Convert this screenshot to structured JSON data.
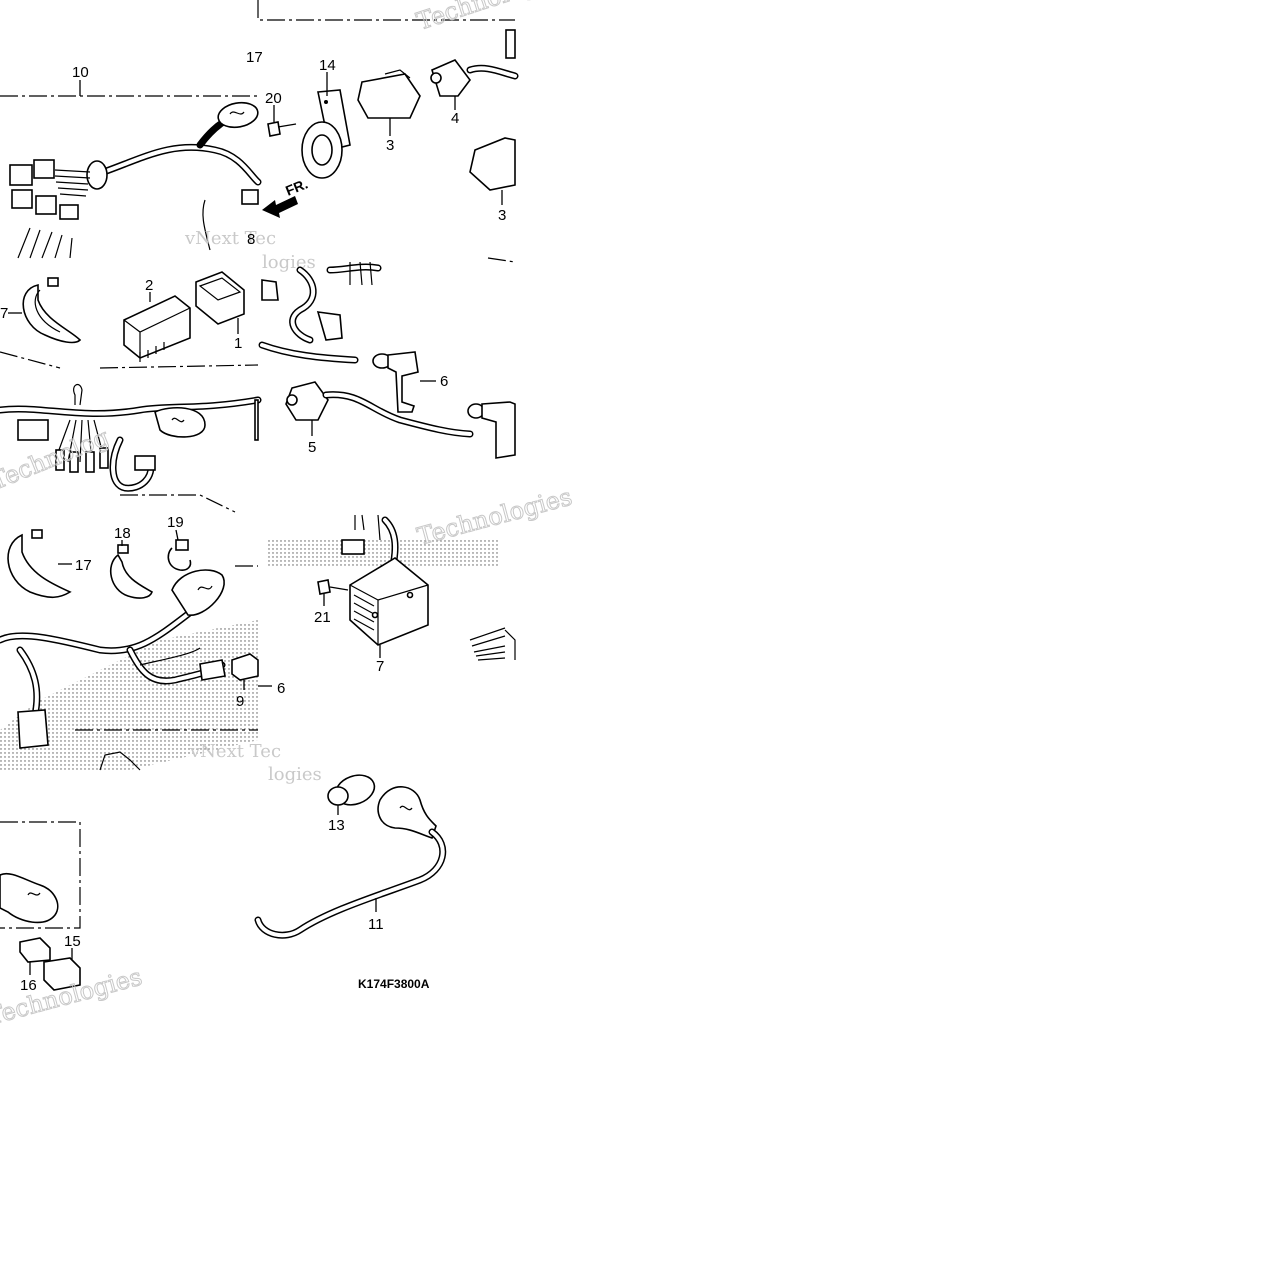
{
  "diagram": {
    "drawing_code": "K174F3800A",
    "direction_label": "FR.",
    "watermark_texts": [
      "vNext Tec",
      "Technologies",
      "logies",
      "Technolog",
      "Technologies"
    ],
    "callouts": {
      "c10": "10",
      "c17top": "17",
      "c14": "14",
      "c20": "20",
      "c3a": "3",
      "c4": "4",
      "c3b": "3",
      "c8": "8",
      "c2": "2",
      "c1": "1",
      "c7left": "7",
      "c6a": "6",
      "c5": "5",
      "c19": "19",
      "c18": "18",
      "c17": "17",
      "c21": "21",
      "c7": "7",
      "c9": "9",
      "c6b": "6",
      "c13": "13",
      "c11": "11",
      "c15": "15",
      "c16": "16"
    }
  },
  "colors": {
    "ink": "#000000",
    "watermark": "#c9c9c9",
    "background": "#ffffff"
  }
}
